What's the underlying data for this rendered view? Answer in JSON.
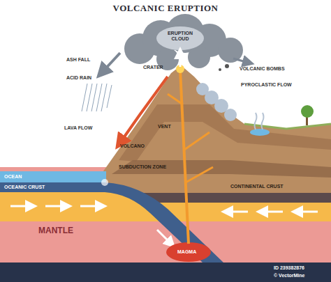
{
  "diagram": {
    "title": "VOLCANIC ERUPTION",
    "labels": [
      "ERUPTION CLOUD",
      "ASH FALL",
      "ACID RAIN",
      "CRATER",
      "VOLCANIC BOMBS",
      "PYROCLASTIC FLOW",
      "LAVA FLOW",
      "VENT",
      "VOLCANO",
      "OCEAN",
      "OCEANIC CRUST",
      "SUBDUCTION ZONE",
      "CONTINENTAL CRUST",
      "MANTLE",
      "MAGMA",
      "ID 239382876",
      "© VectorMine"
    ]
  }
}
